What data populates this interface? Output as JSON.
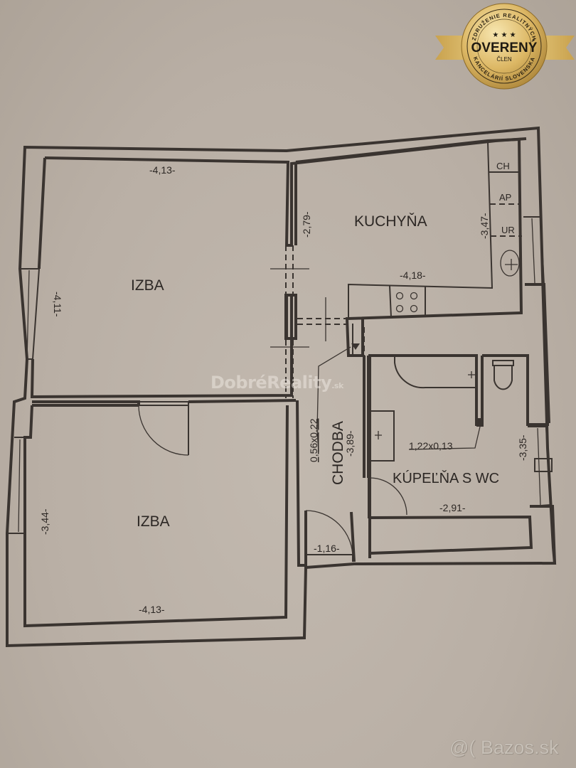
{
  "badge": {
    "top_arc": "ZDRUŽENIE REALITNÝCH",
    "stars": "★ ★ ★",
    "title": "OVERENÝ",
    "subtitle": "ČLEN",
    "bottom_arc": "KANCELÁRIÍ SLOVENSKA",
    "colors": {
      "gold": "#d8b45c",
      "gold_dark": "#a98336",
      "ribbon": "#e2c275",
      "text": "#1f1a12"
    }
  },
  "rooms": {
    "izba_top": {
      "label": "IZBA",
      "width": "-4,13-",
      "height": "-4,11-"
    },
    "izba_bottom": {
      "label": "IZBA",
      "width": "-4,13-",
      "height": "-3,44-"
    },
    "kuchyna": {
      "label": "KUCHYŇA",
      "width": "-4,18-",
      "height": "-3,47-",
      "left_dim": "-2,79-"
    },
    "chodba": {
      "label": "CHODBA",
      "length": "-3,89-",
      "niche": "0,56x0,22",
      "door_width": "-1,16-"
    },
    "kupelna": {
      "label": "KÚPEĽŇA S WC",
      "width": "-2,91-",
      "height": "-3,35-",
      "partition": "1,22x0,13"
    }
  },
  "kitchen_units": [
    "CH",
    "AP",
    "UR"
  ],
  "watermarks": {
    "dobre_reality": "DobréReality",
    "dobre_reality_suffix": ".sk",
    "bazos": "@( Bazos.sk"
  },
  "colors": {
    "paper": "#bab0a6",
    "ink": "#3a3430"
  }
}
